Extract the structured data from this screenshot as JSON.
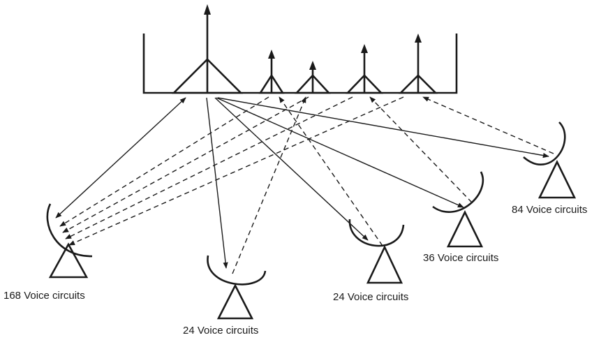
{
  "diagram": {
    "colors": {
      "ink": "#1a1a1a",
      "background": "#ffffff"
    },
    "stations": [
      {
        "id": "s1",
        "label": "168 Voice circuits"
      },
      {
        "id": "s2",
        "label": "24 Voice circuits"
      },
      {
        "id": "s3",
        "label": "24 Voice circuits"
      },
      {
        "id": "s4",
        "label": "36 Voice circuits"
      },
      {
        "id": "s5",
        "label": "84 Voice circuits"
      }
    ]
  }
}
